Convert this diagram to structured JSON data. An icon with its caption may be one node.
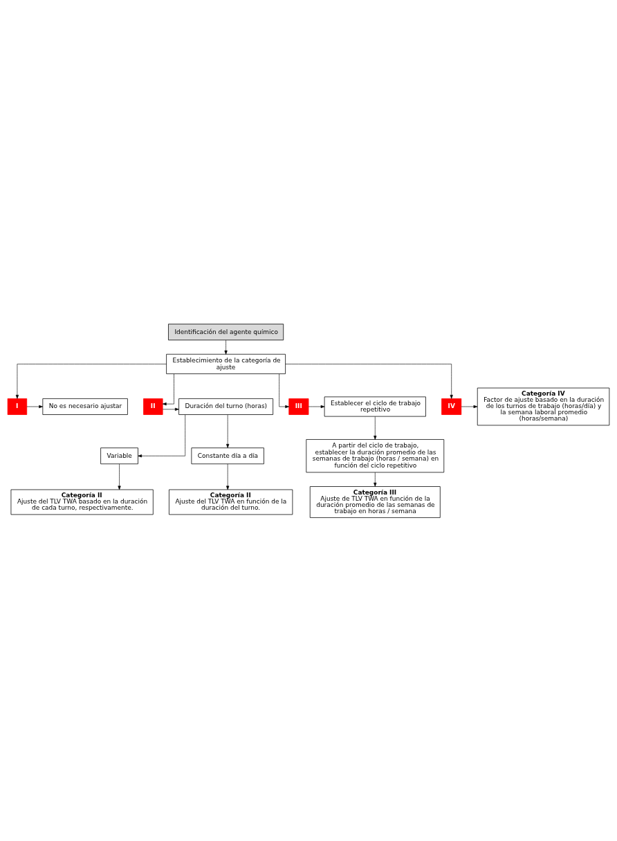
{
  "diagram": {
    "nodes": [
      {
        "text": [
          "Identificación del agente químico"
        ]
      },
      {
        "text": [
          "Establecimiento de la categoría de ajuste"
        ]
      },
      {
        "text": [
          "I"
        ]
      },
      {
        "text": [
          "No es necesario ajustar"
        ]
      },
      {
        "text": [
          "II"
        ]
      },
      {
        "text": [
          "Duración del turno (horas)"
        ]
      },
      {
        "text": [
          "Variable"
        ]
      },
      {
        "text": [
          "Constante día a día"
        ]
      },
      {
        "text": [
          "Categoría II",
          "Ajuste del TLV TWA basado en la duración de cada turno, respectivamente."
        ]
      },
      {
        "text": [
          "Categoría II",
          "Ajuste del TLV TWA en función de la duración del turno."
        ]
      },
      {
        "text": [
          "III"
        ]
      },
      {
        "text": [
          "Establecer el ciclo de trabajo repetitivo"
        ]
      },
      {
        "text": [
          "A partir del ciclo de trabajo, establecer la duración promedio de las semanas de trabajo (horas / semana) en función del ciclo repetitivo"
        ]
      },
      {
        "text": [
          "Categoría III",
          "Ajuste de TLV TWA en función de la duración promedio de las semanas de trabajo en horas / semana"
        ]
      },
      {
        "text": [
          "IV"
        ]
      },
      {
        "text": [
          "Categoría IV",
          "Factor de ajuste basado en la duración de los turnos de trabajo (horas/día) y la semana laboral promedio (horas/semana)"
        ]
      }
    ],
    "edges": [
      {
        "from": 0,
        "to": 1,
        "arrow": "to"
      },
      {
        "from": 1,
        "to": 2,
        "arrow": "to"
      },
      {
        "from": 1,
        "to": 4,
        "arrow": "to"
      },
      {
        "from": 1,
        "to": 10,
        "arrow": "to"
      },
      {
        "from": 1,
        "to": 14,
        "arrow": "to"
      },
      {
        "from": 2,
        "to": 3,
        "arrow": "to"
      },
      {
        "from": 4,
        "to": 5,
        "arrow": "to"
      },
      {
        "from": 5,
        "to": 6,
        "arrow": "to"
      },
      {
        "from": 5,
        "to": 7,
        "arrow": "to"
      },
      {
        "from": 6,
        "to": 8,
        "arrow": "to"
      },
      {
        "from": 7,
        "to": 9,
        "arrow": "to"
      },
      {
        "from": 10,
        "to": 11,
        "arrow": "to"
      },
      {
        "from": 11,
        "to": 12,
        "arrow": "to"
      },
      {
        "from": 12,
        "to": 13,
        "arrow": "to"
      },
      {
        "from": 14,
        "to": 15,
        "arrow": "to"
      }
    ]
  }
}
